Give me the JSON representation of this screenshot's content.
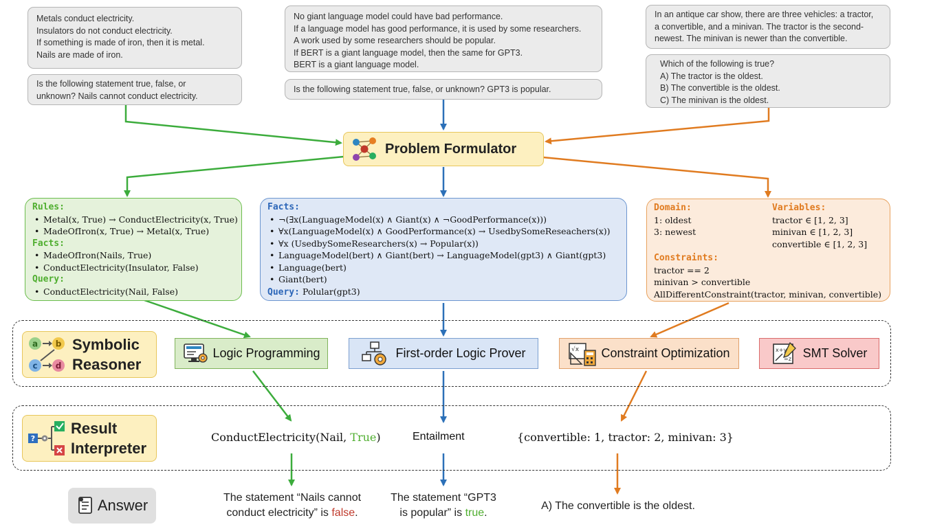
{
  "inputs": {
    "left_context": [
      "Metals conduct electricity.",
      "Insulators do not conduct electricity.",
      "If something is made of iron, then it is metal.",
      "Nails are made of iron."
    ],
    "left_question": [
      "Is the following statement true, false, or",
      "unknown?  Nails cannot conduct electricity."
    ],
    "mid_context": [
      "No giant language model could have bad performance.",
      "If a language model has good performance, it is used by some researchers.",
      "A work used by some researchers should be popular.",
      "If BERT is a giant language model, then the same for GPT3.",
      "BERT is a giant language model."
    ],
    "mid_question": "Is the following statement true, false, or unknown? GPT3 is popular.",
    "right_context": [
      "In an antique car show, there are three vehicles: a tractor,",
      "a convertible, and a minivan. The tractor is the second-",
      "newest. The minivan is newer than the convertible."
    ],
    "right_question": [
      "Which of the following is true?",
      "A) The tractor is the oldest.",
      "B) The convertible is the oldest.",
      "C) The minivan is the oldest."
    ]
  },
  "formulator": {
    "label": "Problem Formulator",
    "icon": "network-icon"
  },
  "lp_box": {
    "rules_kw": "Rules:",
    "rules": [
      "Metal(x, True) → ConductElectricity(x, True)",
      "MadeOfIron(x, True) → Metal(x, True)"
    ],
    "facts_kw": "Facts:",
    "facts": [
      "MadeOfIron(Nails, True)",
      "ConductElectricity(Insulator, False)"
    ],
    "query_kw": "Query:",
    "query": [
      "ConductElectricity(Nail, False)"
    ]
  },
  "fol_box": {
    "facts_kw": "Facts:",
    "facts": [
      "¬(∃x(LanguageModel(x) ∧ Giant(x) ∧ ¬GoodPerformance(x)))",
      "∀x(LanguageModel(x) ∧ GoodPerformance(x) → UsedbySomeReseachers(x))",
      "∀x (UsedbySomeResearchers(x) → Popular(x))",
      "LanguageModel(bert) ∧ Giant(bert) → LanguageModel(gpt3) ∧ Giant(gpt3)",
      "Language(bert)",
      "Giant(bert)"
    ],
    "query_kw": "Query:",
    "query": "Polular(gpt3)"
  },
  "csp_box": {
    "domain_kw": "Domain:",
    "domain": [
      "1: oldest",
      "3: newest"
    ],
    "variables_kw": "Variables:",
    "variables": [
      "tractor ∈ [1, 2, 3]",
      "minivan ∈ [1, 2, 3]",
      "convertible ∈ [1, 2, 3]"
    ],
    "constraints_kw": "Constraints:",
    "constraints": [
      "tractor == 2",
      "minivan > convertible",
      "AllDifferentConstraint(tractor, minivan, convertible)"
    ]
  },
  "symbolic_reasoner": {
    "label": [
      "Symbolic",
      "Reasoner"
    ],
    "modules": [
      {
        "label": "Logic Programming",
        "icon": "computer-gear-icon"
      },
      {
        "label": "First-order Logic Prover",
        "icon": "org-chart-gear-icon"
      },
      {
        "label": "Constraint Optimization",
        "icon": "calculator-ruler-icon"
      },
      {
        "label": "SMT Solver",
        "icon": "formula-pencil-icon"
      }
    ]
  },
  "result_interpreter": {
    "label": [
      "Result",
      "Interpreter"
    ],
    "lp_result_pre": "ConductElectricity(Nail, ",
    "lp_result_val": "True",
    "lp_result_post": ")",
    "fol_result": "Entailment",
    "csp_result": "{convertible: 1, tractor: 2, minivan: 3}"
  },
  "answers": {
    "label": "Answer",
    "lp": {
      "line1": "The statement “Nails cannot",
      "line2_pre": "conduct electricity” is ",
      "val": "false",
      "post": "."
    },
    "fol": {
      "line1": "The statement “GPT3",
      "line2_pre": "is popular” is ",
      "val": "true",
      "post": "."
    },
    "csp": "A) The convertible is the oldest."
  },
  "colors": {
    "green": "#3cac3c",
    "blue": "#2c70b8",
    "orange": "#e07b20"
  }
}
